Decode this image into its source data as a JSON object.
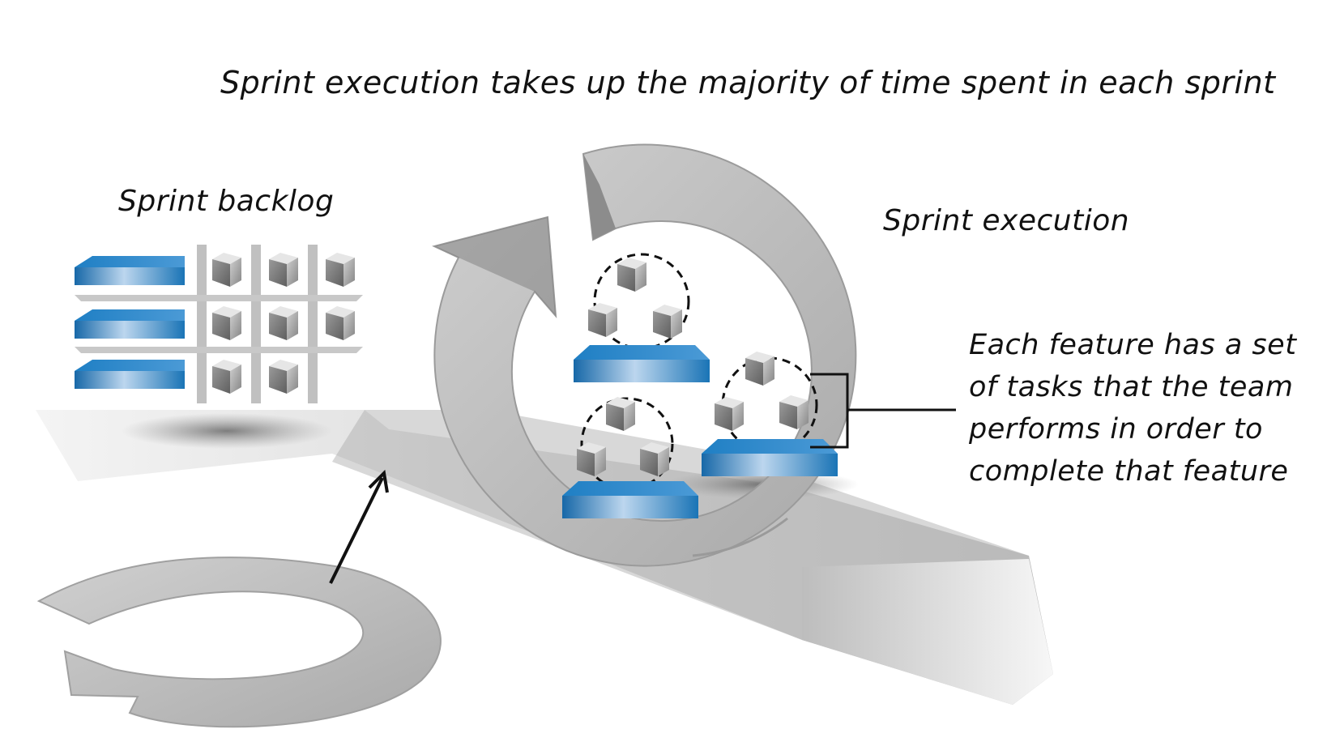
{
  "title": "Sprint execution takes up the majority of time spent in each sprint",
  "labels": {
    "sprint_backlog": "Sprint backlog",
    "sprint_execution": "Sprint execution"
  },
  "callout": {
    "lines": [
      "Each feature has a set",
      "of tasks that the team",
      "performs in order to",
      "complete that feature"
    ]
  },
  "colors": {
    "feature_blue": "#1a73b4",
    "task_gray": "#8a8a8a",
    "arrow_gray": "#b8b8b8",
    "text": "#111111"
  },
  "icons": [
    "feature-slab",
    "task-cube",
    "cycle-arrow"
  ]
}
